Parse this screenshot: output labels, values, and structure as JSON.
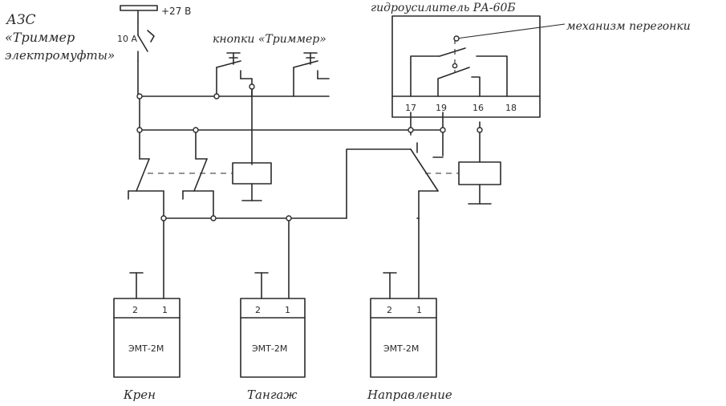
{
  "labels": {
    "azs_line1": "АЗС",
    "azs_line2": "«Триммер",
    "azs_line3": "электромуфты»",
    "voltage": "+27 В",
    "fuse": "10 А",
    "buttons": "кнопки «Триммер»",
    "ra60b": "гидроусилитель РА-60Б",
    "mechanism": "механизм перегонки",
    "terminals": [
      "17",
      "19",
      "16",
      "18"
    ]
  },
  "units": [
    {
      "pin_left": "2",
      "pin_right": "1",
      "model": "ЭМТ-2М",
      "caption": "Крен"
    },
    {
      "pin_left": "2",
      "pin_right": "1",
      "model": "ЭМТ-2М",
      "caption": "Тангаж"
    },
    {
      "pin_left": "2",
      "pin_right": "1",
      "model": "ЭМТ-2М",
      "caption": "Направление"
    }
  ]
}
